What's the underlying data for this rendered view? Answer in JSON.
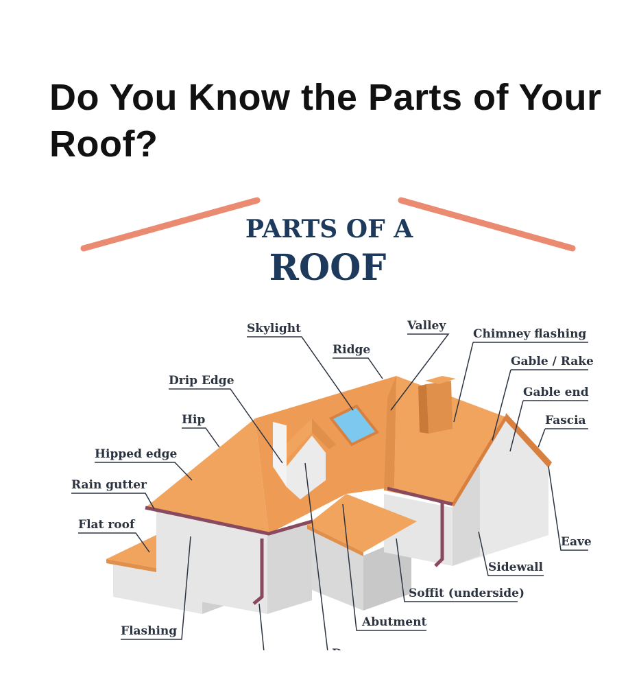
{
  "page": {
    "title": "Do You Know the Parts of Your Roof?"
  },
  "diagram": {
    "heading_line1": "PARTS OF A",
    "heading_line2": "ROOF",
    "labels": {
      "skylight": "Skylight",
      "valley": "Valley",
      "chimney_flashing": "Chimney flashing",
      "ridge": "Ridge",
      "gable_rake": "Gable / Rake",
      "drip_edge": "Drip Edge",
      "gable_end": "Gable end",
      "hip": "Hip",
      "fascia": "Fascia",
      "hipped_edge": "Hipped edge",
      "rain_gutter": "Rain gutter",
      "flat_roof": "Flat roof",
      "eave": "Eave",
      "sidewall": "Sidewall",
      "soffit": "Soffit (underside)",
      "abutment": "Abutment",
      "flashing": "Flashing",
      "dormer": "Dormer"
    },
    "colors": {
      "roof": "#f0a45e",
      "roof_dark": "#e0904a",
      "wall": "#e6e6e6",
      "wall_shade": "#cfcfcf",
      "gutter": "#8a4a5e",
      "heading": "#1d3a5c",
      "accent_line": "#ea8a70",
      "skylight": "#7cc8ee"
    }
  }
}
